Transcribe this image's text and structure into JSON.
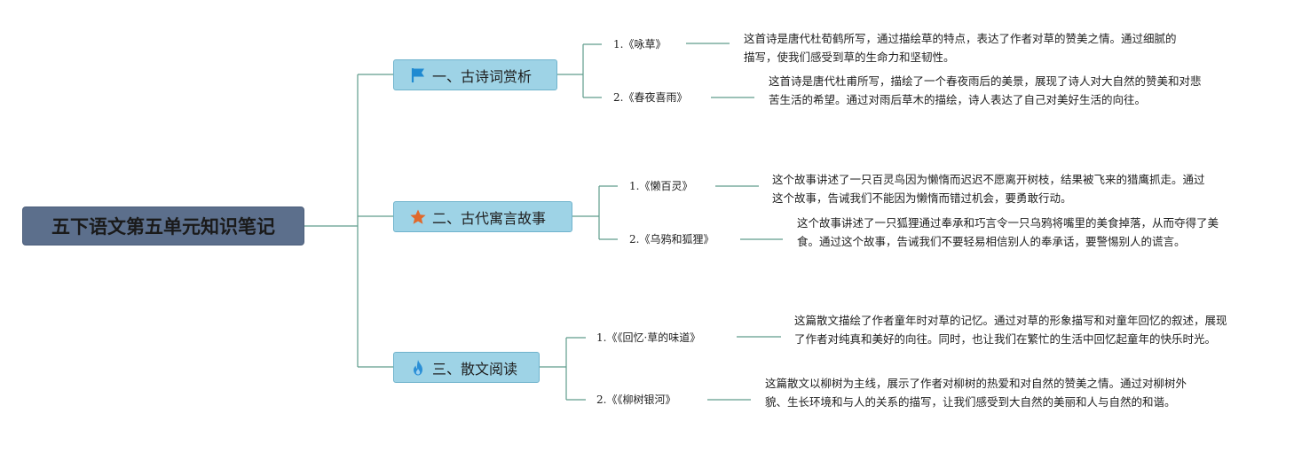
{
  "root": {
    "title": "五下语文第五单元知识笔记"
  },
  "topics": [
    {
      "label": "一、古诗词赏析",
      "icon": "flag-icon",
      "icon_color": "#1f8ad1",
      "items": [
        {
          "title": "1.《咏草》",
          "description": "这首诗是唐代杜荀鹤所写，通过描绘草的特点，表达了作者对草的赞美之情。通过细腻的描写，使我们感受到草的生命力和坚韧性。"
        },
        {
          "title": "2.《春夜喜雨》",
          "description": "这首诗是唐代杜甫所写，描绘了一个春夜雨后的美景，展现了诗人对大自然的赞美和对悲苦生活的希望。通过对雨后草木的描绘，诗人表达了自己对美好生活的向往。"
        }
      ]
    },
    {
      "label": "二、古代寓言故事",
      "icon": "star-icon",
      "icon_color": "#e0692c",
      "items": [
        {
          "title": "1.《懒百灵》",
          "description": "这个故事讲述了一只百灵鸟因为懒惰而迟迟不愿离开树枝，结果被飞来的猎鹰抓走。通过这个故事，告诫我们不能因为懒惰而错过机会，要勇敢行动。"
        },
        {
          "title": "2.《乌鸦和狐狸》",
          "description": "这个故事讲述了一只狐狸通过奉承和巧言令一只乌鸦将嘴里的美食掉落，从而夺得了美食。通过这个故事，告诫我们不要轻易相信别人的奉承话，要警惕别人的谎言。"
        }
      ]
    },
    {
      "label": "三、散文阅读",
      "icon": "flame-icon",
      "icon_color": "#2a8fd6",
      "items": [
        {
          "title": "1.《《回忆·草的味道》",
          "description": "这篇散文描绘了作者童年时对草的记忆。通过对草的形象描写和对童年回忆的叙述，展现了作者对纯真和美好的向往。同时，也让我们在繁忙的生活中回忆起童年的快乐时光。"
        },
        {
          "title": "2.《《柳树银河》",
          "description": "这篇散文以柳树为主线，展示了作者对柳树的热爱和对自然的赞美之情。通过对柳树外貌、生长环境和与人的关系的描写，让我们感受到大自然的美丽和人与自然的和谐。"
        }
      ]
    }
  ],
  "colors": {
    "line": "#5f9c8c",
    "root_fill": "#5c6f8c",
    "topic_fill": "#9ed3e6"
  }
}
